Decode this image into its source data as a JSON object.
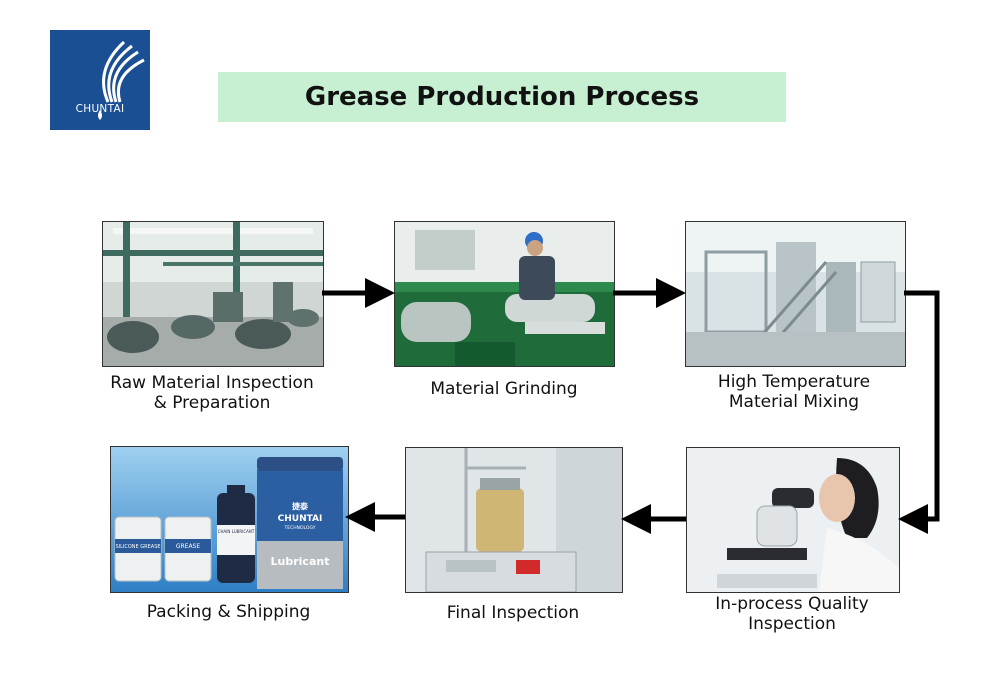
{
  "logo": {
    "text": "CHUNTAI",
    "icon": "chuntai-logo-icon",
    "color": "#1a4f93"
  },
  "title": "Grease Production Process",
  "steps": [
    {
      "caption": "Raw Material Inspection\n& Preparation",
      "photo": "factory-floor-photo"
    },
    {
      "caption": "Material Grinding",
      "photo": "grinding-machine-photo"
    },
    {
      "caption": "High Temperature\nMaterial Mixing",
      "photo": "mixing-tanks-photo"
    },
    {
      "caption": "In-process Quality\nInspection",
      "photo": "microscope-photo"
    },
    {
      "caption": "Final Inspection",
      "photo": "lab-equipment-photo"
    },
    {
      "caption": "Packing & Shipping",
      "photo": "product-containers-photo"
    }
  ],
  "products": {
    "bucket_brand": "CHUNTAI",
    "bucket_chinese": "捷泰",
    "bucket_sub": "TECHNOLOGY",
    "bucket_label": "Lubricant",
    "jar1": "SILICONE GREASE",
    "jar2": "GREASE",
    "bottle": "CHAIN LUBRICANT"
  },
  "colors": {
    "title_bg": "#c7f0d2",
    "arrow": "#000000"
  }
}
